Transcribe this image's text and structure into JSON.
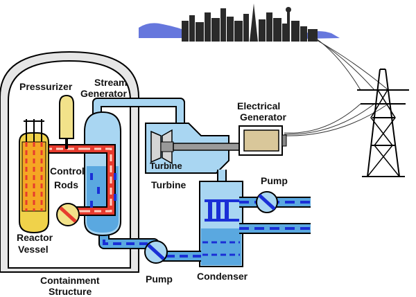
{
  "diagram": {
    "labels": {
      "pressurizer": "Pressurizer",
      "steam_generator_1": "Stream",
      "steam_generator_2": "Generator",
      "control_rods_1": "Control",
      "control_rods_2": "Rods",
      "reactor_vessel_1": "Reactor",
      "reactor_vessel_2": "Vessel",
      "turbine_inner": "Turbine",
      "turbine": "Turbine",
      "electrical_generator_1": "Electrical",
      "electrical_generator_2": "Generator",
      "pump_right": "Pump",
      "pump_bottom": "Pump",
      "condenser": "Condenser",
      "containment_1": "Containment",
      "containment_2": "Structure"
    },
    "colors": {
      "outline": "#000000",
      "containment_fill": "#e6e6e6",
      "interior_fill": "#ffffff",
      "hot_water": "#e63b2e",
      "pipe_blue": "#1a2fd6",
      "steam_light": "#a9d6f2",
      "steam_dark": "#5aa8e0",
      "reactor_fill": "#f0d24a",
      "reactor_rods": "#f5a623",
      "pressurizer": "#f2e28a",
      "generator_body": "#d9c79a",
      "city": "#2a2a2a",
      "hills": "#6677dd",
      "tower": "#000000"
    }
  }
}
